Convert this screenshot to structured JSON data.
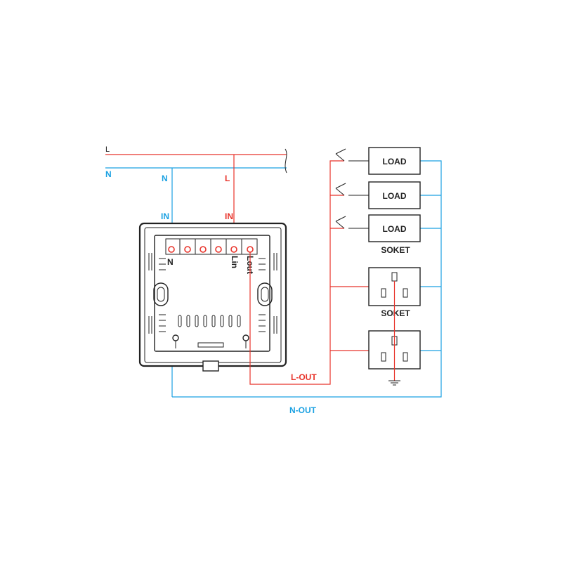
{
  "supply": {
    "line_label": "L",
    "neutral_label": "N"
  },
  "drops": {
    "neutral_label": "N",
    "line_label": "L",
    "neutral_in_label": "IN",
    "line_in_label": "IN"
  },
  "terminals": {
    "neutral": "N",
    "line_in": "Lin",
    "line_out": "Lout"
  },
  "outputs": {
    "line_out_label": "L-OUT",
    "neutral_out_label": "N-OUT"
  },
  "loads": [
    {
      "label": "LOAD"
    },
    {
      "label": "LOAD"
    },
    {
      "label": "LOAD"
    }
  ],
  "sockets": [
    {
      "label": "SOKET"
    },
    {
      "label": "SOKET"
    }
  ],
  "colors": {
    "line": "#e8332a",
    "neutral": "#1ba1e2",
    "outline": "#222222"
  }
}
